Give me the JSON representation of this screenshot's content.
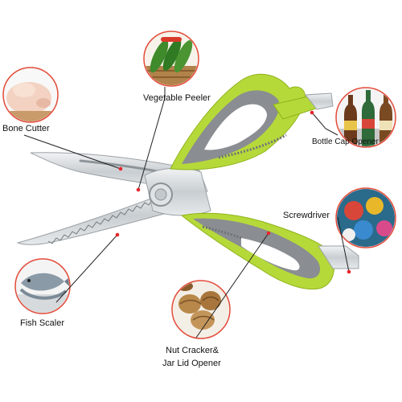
{
  "labels": {
    "vegetable_peeler": "Vegetable Peeler",
    "bone_cutter": "Bone Cutter",
    "bottle_cap_opener": "Bottle Cap Opener",
    "screwdriver": "Screwdriver",
    "fish_scaler": "Fish Scaler",
    "nut_cracker_line1": "Nut Cracker&",
    "nut_cracker_line2": "Jar Lid Opener"
  },
  "colors": {
    "handle_green": "#b6d93a",
    "handle_grey": "#8a8d91",
    "handle_dark_grey": "#6f7276",
    "blade_steel": "#d9dde0",
    "leader_line": "#222222",
    "marker_red": "#e8242b",
    "circle_outline": "#e34b3a"
  },
  "icons": {
    "vegetables": "cucumbers-in-basket-icon",
    "poultry": "raw-chicken-icon",
    "bottles": "beer-bottles-icon",
    "caps": "bottle-caps-icon",
    "fish": "fish-icon",
    "nuts": "walnuts-icon"
  }
}
